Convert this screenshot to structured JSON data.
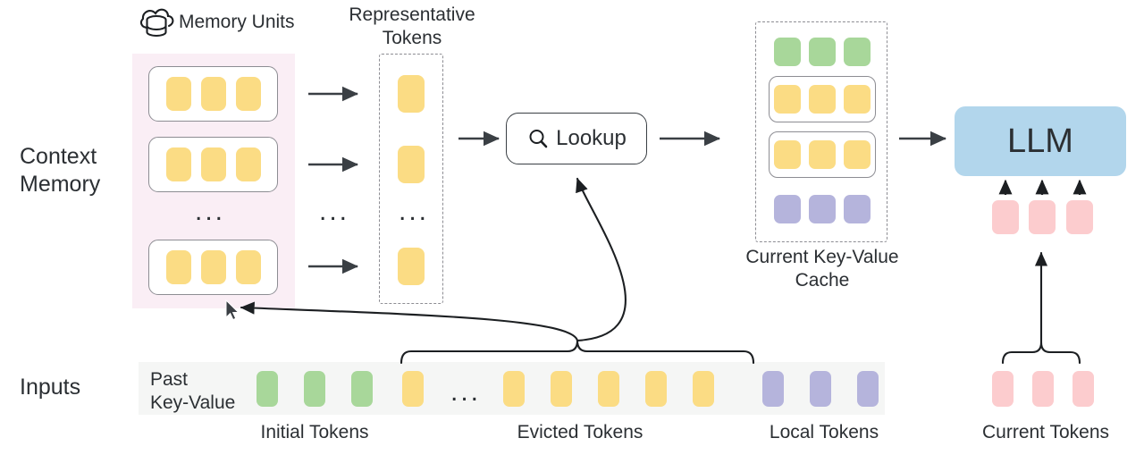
{
  "diagram": {
    "title_labels": {
      "memory_units": "Memory Units",
      "representative_tokens": "Representative\nTokens",
      "context_memory": "Context\nMemory",
      "inputs": "Inputs",
      "current_kv_cache": "Current Key-Value\nCache",
      "past_key_value": "Past\nKey-Value"
    },
    "lookup": {
      "label": "Lookup",
      "icon": "search-icon"
    },
    "llm": {
      "label": "LLM"
    },
    "bottom_labels": {
      "initial": "Initial Tokens",
      "evicted": "Evicted Tokens",
      "local": "Local Tokens",
      "current": "Current Tokens"
    },
    "memory_units": {
      "ellipsis": "...",
      "units": [
        {
          "tokens": [
            "yellow",
            "yellow",
            "yellow"
          ]
        },
        {
          "tokens": [
            "yellow",
            "yellow",
            "yellow"
          ]
        },
        {
          "tokens": [
            "yellow",
            "yellow",
            "yellow"
          ]
        }
      ]
    },
    "representative_tokens": {
      "ellipsis": "...",
      "tokens": [
        "yellow",
        "yellow",
        "yellow"
      ]
    },
    "arrow_column_ellipsis": "...",
    "kv_cache": {
      "rows": [
        {
          "boxed": false,
          "tokens": [
            "green",
            "green",
            "green"
          ]
        },
        {
          "boxed": true,
          "tokens": [
            "yellow",
            "yellow",
            "yellow"
          ]
        },
        {
          "boxed": true,
          "tokens": [
            "yellow",
            "yellow",
            "yellow"
          ]
        },
        {
          "boxed": false,
          "tokens": [
            "purple",
            "purple",
            "purple"
          ]
        }
      ]
    },
    "current_tokens_into_llm": [
      "pink",
      "pink",
      "pink"
    ],
    "inputs_sequence": {
      "ellipsis": "...",
      "initial": [
        "green",
        "green",
        "green"
      ],
      "evicted_head": [
        "yellow"
      ],
      "evicted_tail": [
        "yellow",
        "yellow",
        "yellow",
        "yellow",
        "yellow"
      ],
      "local": [
        "purple",
        "purple",
        "purple"
      ],
      "current": [
        "pink",
        "pink",
        "pink"
      ]
    },
    "colors": {
      "yellow": "#fbdc84",
      "green": "#a8d79a",
      "purple": "#b5b4dc",
      "pink": "#fcccce",
      "llm_blue": "#b2d6ec",
      "memory_bg": "#faeef5",
      "inputs_bg": "#f5f6f5",
      "stroke": "#3a3f44",
      "text": "#2b2f33"
    }
  }
}
